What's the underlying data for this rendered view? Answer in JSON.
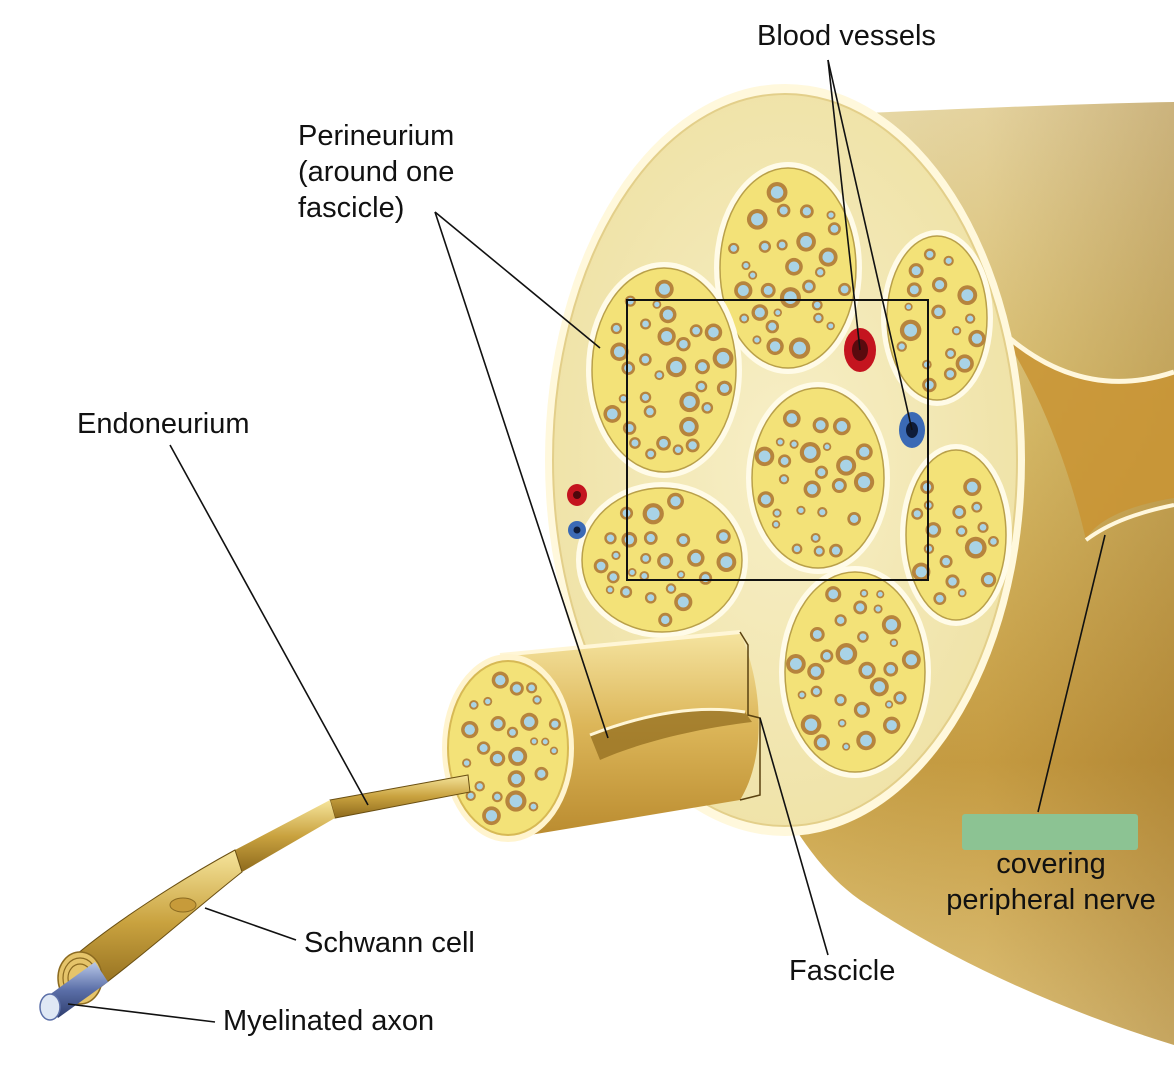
{
  "diagram": {
    "labels": {
      "blood_vessels": "Blood vessels",
      "perineurium": [
        "Perineurium",
        "(around one",
        "fascicle)"
      ],
      "endoneurium": "Endoneurium",
      "schwann_cell": "Schwann cell",
      "myelinated_axon": "Myelinated axon",
      "fascicle": "Fascicle",
      "covering": [
        "covering",
        "peripheral nerve"
      ]
    },
    "answer_mask_color": "#8cc393",
    "colors": {
      "nerve_tissue": "#f0e3a0",
      "fascicle_fill": "#f3e278",
      "fiber_ring": "#b6843d",
      "fiber_core": "#a9d3e6",
      "artery": "#c4141f",
      "vein": "#3b6ab5"
    }
  }
}
